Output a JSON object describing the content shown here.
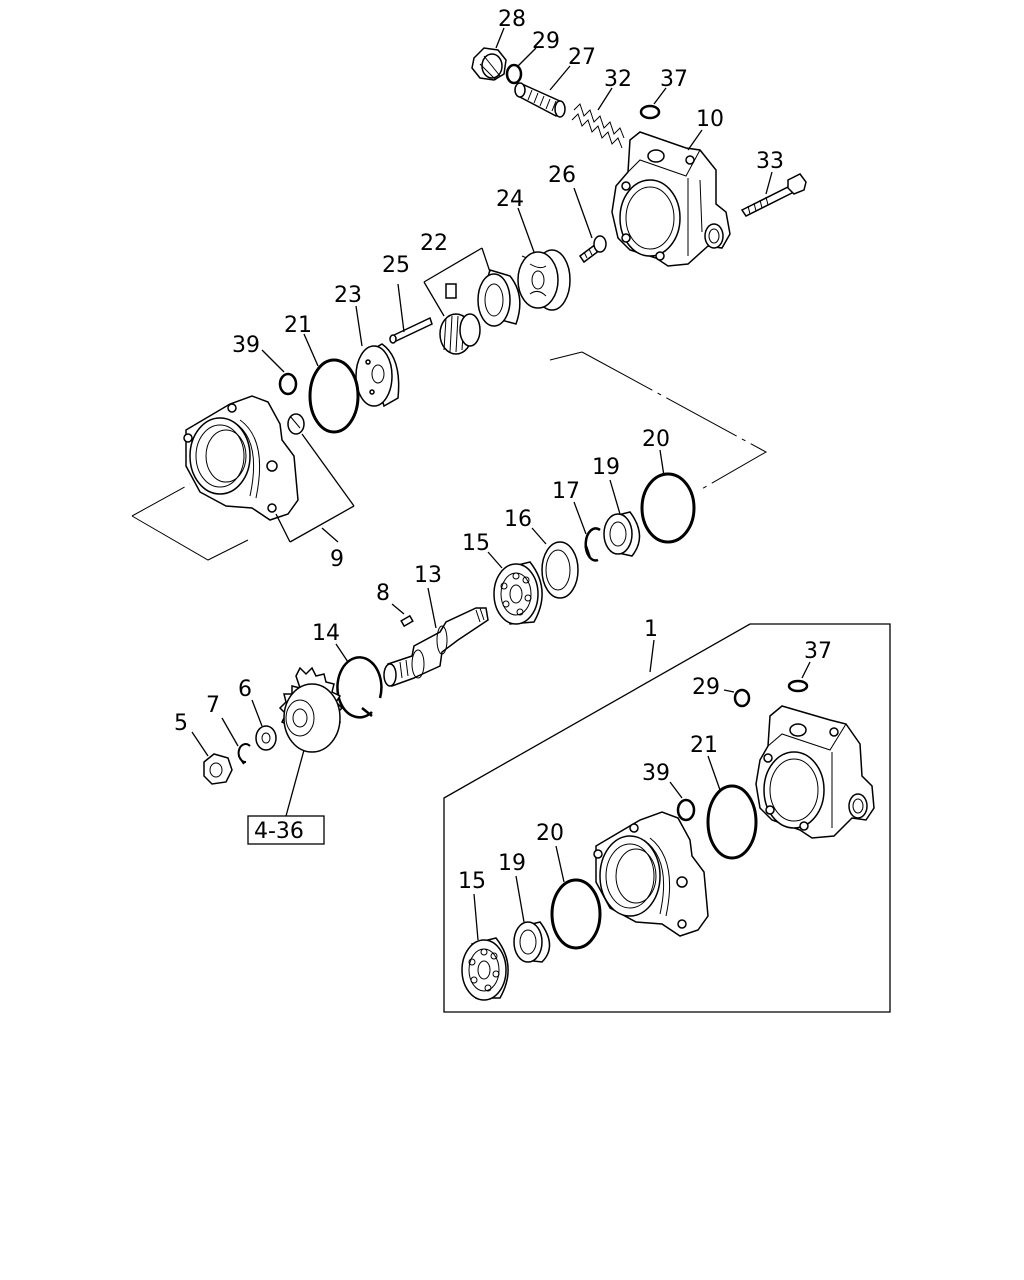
{
  "labels": {
    "l28": "28",
    "l29": "29",
    "l27": "27",
    "l32": "32",
    "l37": "37",
    "l10": "10",
    "l33": "33",
    "l26": "26",
    "l24": "24",
    "l22": "22",
    "l25": "25",
    "l23": "23",
    "l21": "21",
    "l39": "39",
    "l9": "9",
    "l20": "20",
    "l19": "19",
    "l17": "17",
    "l16": "16",
    "l15": "15",
    "l13": "13",
    "l8": "8",
    "l14": "14",
    "l7": "7",
    "l6": "6",
    "l5": "5",
    "ref": "4-36",
    "k1": "1",
    "k29": "29",
    "k37": "37",
    "k21": "21",
    "k39": "39",
    "k20": "20",
    "k19": "19",
    "k15": "15"
  }
}
